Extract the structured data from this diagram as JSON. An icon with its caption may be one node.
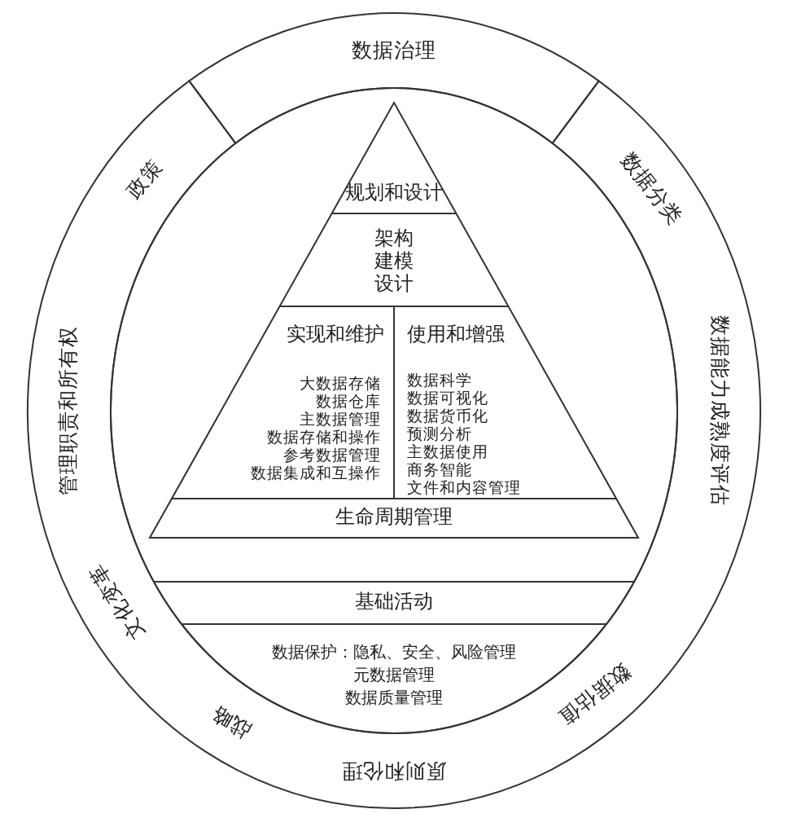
{
  "diagram": {
    "nodes": [
      {
        "text": [
          "数据治理"
        ]
      },
      {
        "text": [
          "政策",
          "数据分类",
          "管理职责和所有权",
          "数据能力成熟度评估",
          "文化变革",
          "数据估值",
          "战略",
          "原则和伦理"
        ]
      },
      {
        "text": [],
        "shape": "circle"
      },
      {
        "text": [],
        "shape": "triangle",
        "in": 2
      },
      {
        "text": [
          "规划和设计"
        ],
        "in": 3
      },
      {
        "text": [
          "架构",
          "建模",
          "设计"
        ],
        "in": 3
      },
      {
        "text": [
          "实现和维护"
        ],
        "in": 3
      },
      {
        "text": [
          "使用和增强"
        ],
        "in": 3
      },
      {
        "text": [
          "大数据存储",
          "数据仓库",
          "主数据管理",
          "数据存储和操作",
          "参考数据管理",
          "数据集成和互操作"
        ],
        "in": 3
      },
      {
        "text": [
          "数据科学",
          "数据可视化",
          "数据货币化",
          "预测分析",
          "主数据使用",
          "商务智能",
          "文件和内容管理"
        ],
        "in": 3
      },
      {
        "text": [
          "生命周期管理"
        ],
        "in": 3
      },
      {
        "text": [
          "基础活动"
        ],
        "in": 2
      },
      {
        "text": [
          "数据保护：隐私、安全、风险管理",
          "元数据管理",
          "数据质量管理"
        ],
        "in": 2
      }
    ],
    "edges": []
  }
}
